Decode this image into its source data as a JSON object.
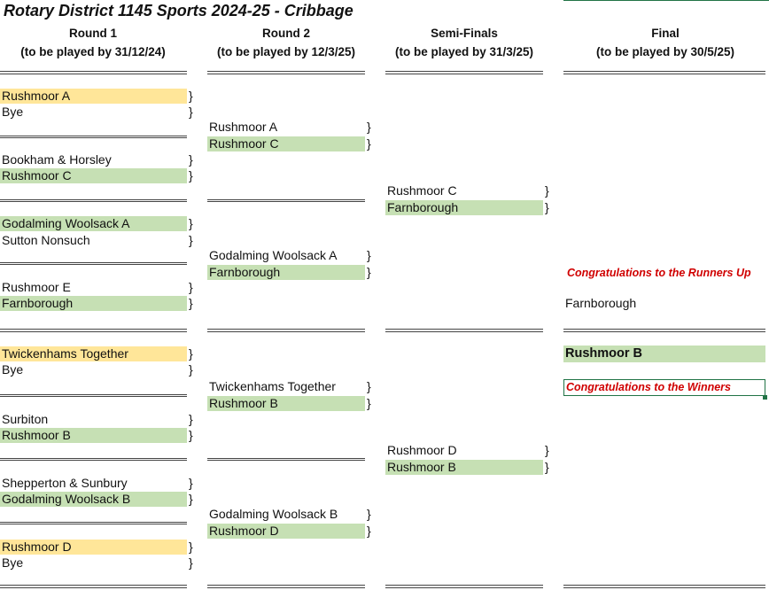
{
  "title": "Rotary District 1145 Sports 2024-25 - Cribbage",
  "columns": [
    {
      "name": "Round 1",
      "deadline": "(to be played by 31/12/24)"
    },
    {
      "name": "Round 2",
      "deadline": "(to be played by 12/3/25)"
    },
    {
      "name": "Semi-Finals",
      "deadline": "(to be played by 31/3/25)"
    },
    {
      "name": "Final",
      "deadline": "(to be played by 30/5/25)"
    }
  ],
  "round1": [
    {
      "team": "Rushmoor A",
      "fill": "#ffe699"
    },
    {
      "team": "Bye",
      "fill": ""
    },
    {
      "team": "Bookham & Horsley",
      "fill": ""
    },
    {
      "team": "Rushmoor C",
      "fill": "#c6e0b4"
    },
    {
      "team": "Godalming Woolsack A",
      "fill": "#c6e0b4"
    },
    {
      "team": "Sutton Nonsuch",
      "fill": ""
    },
    {
      "team": "Rushmoor E",
      "fill": ""
    },
    {
      "team": "Farnborough",
      "fill": "#c6e0b4"
    },
    {
      "team": "Twickenhams Together",
      "fill": "#ffe699"
    },
    {
      "team": "Bye",
      "fill": ""
    },
    {
      "team": "Surbiton",
      "fill": ""
    },
    {
      "team": "Rushmoor B",
      "fill": "#c6e0b4"
    },
    {
      "team": "Shepperton & Sunbury",
      "fill": ""
    },
    {
      "team": "Godalming Woolsack B",
      "fill": "#c6e0b4"
    },
    {
      "team": "Rushmoor D",
      "fill": "#ffe699"
    },
    {
      "team": "Bye",
      "fill": ""
    }
  ],
  "round2": [
    {
      "team": "Rushmoor A",
      "fill": ""
    },
    {
      "team": "Rushmoor C",
      "fill": "#c6e0b4"
    },
    {
      "team": "Godalming Woolsack A",
      "fill": ""
    },
    {
      "team": "Farnborough",
      "fill": "#c6e0b4"
    },
    {
      "team": "Twickenhams Together",
      "fill": ""
    },
    {
      "team": "Rushmoor B",
      "fill": "#c6e0b4"
    },
    {
      "team": "Godalming Woolsack B",
      "fill": ""
    },
    {
      "team": "Rushmoor D",
      "fill": "#c6e0b4"
    }
  ],
  "semis": [
    {
      "team": "Rushmoor C",
      "fill": ""
    },
    {
      "team": "Farnborough",
      "fill": "#c6e0b4"
    },
    {
      "team": "Rushmoor D",
      "fill": ""
    },
    {
      "team": "Rushmoor B",
      "fill": "#c6e0b4"
    }
  ],
  "final": {
    "runners_up_note": "Congratulations to the Runners Up",
    "runner_up": "Farnborough",
    "winner": "Rushmoor B",
    "winners_note": "Congratulations to the Winners"
  },
  "brace": "}",
  "colors": {
    "win": "#c6e0b4",
    "bye": "#ffe699",
    "note": "#d00000",
    "selection": "#217346"
  }
}
